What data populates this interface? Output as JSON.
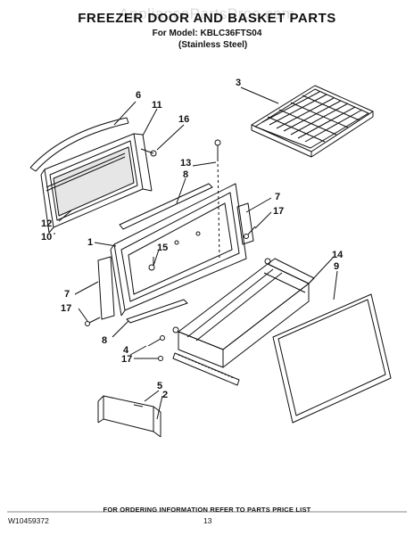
{
  "header": {
    "watermark": "AppliancePartsPros.com",
    "title": "FREEZER DOOR AND BASKET PARTS",
    "model": "For Model: KBLC36FTS04",
    "variant": "(Stainless Steel)"
  },
  "callouts": [
    "6",
    "11",
    "16",
    "3",
    "13",
    "8",
    "7",
    "17",
    "12",
    "10",
    "1",
    "15",
    "14",
    "9",
    "7",
    "17",
    "8",
    "4",
    "17",
    "5",
    "2"
  ],
  "footer": {
    "note": "FOR ORDERING INFORMATION REFER TO PARTS PRICE LIST",
    "doc_number": "W10459372",
    "page_number": "13"
  }
}
